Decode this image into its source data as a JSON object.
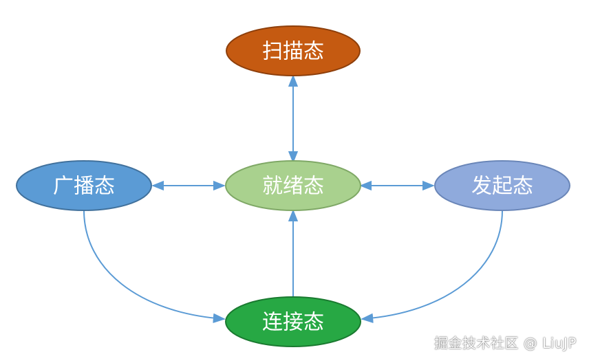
{
  "nodes": {
    "scan": {
      "label": "扫描态",
      "fill": "#c55a11",
      "stroke": "#8e3f0b"
    },
    "ready": {
      "label": "就绪态",
      "fill": "#a9d18e",
      "stroke": "#7fa866"
    },
    "advertise": {
      "label": "广播态",
      "fill": "#5b9bd5",
      "stroke": "#41719c"
    },
    "initiate": {
      "label": "发起态",
      "fill": "#8faadc",
      "stroke": "#6a86b8"
    },
    "connect": {
      "label": "连接态",
      "fill": "#27a844",
      "stroke": "#1a7a30"
    }
  },
  "edge_color": "#5b9bd5",
  "watermark": "掘金技术社区 @ LiuJP"
}
